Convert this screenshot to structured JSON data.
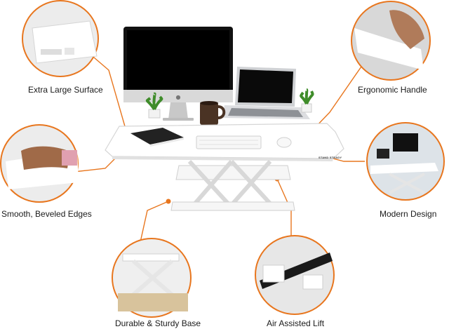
{
  "accent_color": "#e8761e",
  "features": [
    {
      "id": "extra-large-surface",
      "label": "Extra Large Surface"
    },
    {
      "id": "ergonomic-handle",
      "label": "Ergonomic Handle"
    },
    {
      "id": "smooth-beveled-edges",
      "label": "Smooth, Beveled Edges"
    },
    {
      "id": "modern-design",
      "label": "Modern Design"
    },
    {
      "id": "durable-sturdy-base",
      "label": "Durable & Sturdy Base"
    },
    {
      "id": "air-assisted-lift",
      "label": "Air Assisted Lift"
    }
  ],
  "brand_text": "STAND STEADY"
}
